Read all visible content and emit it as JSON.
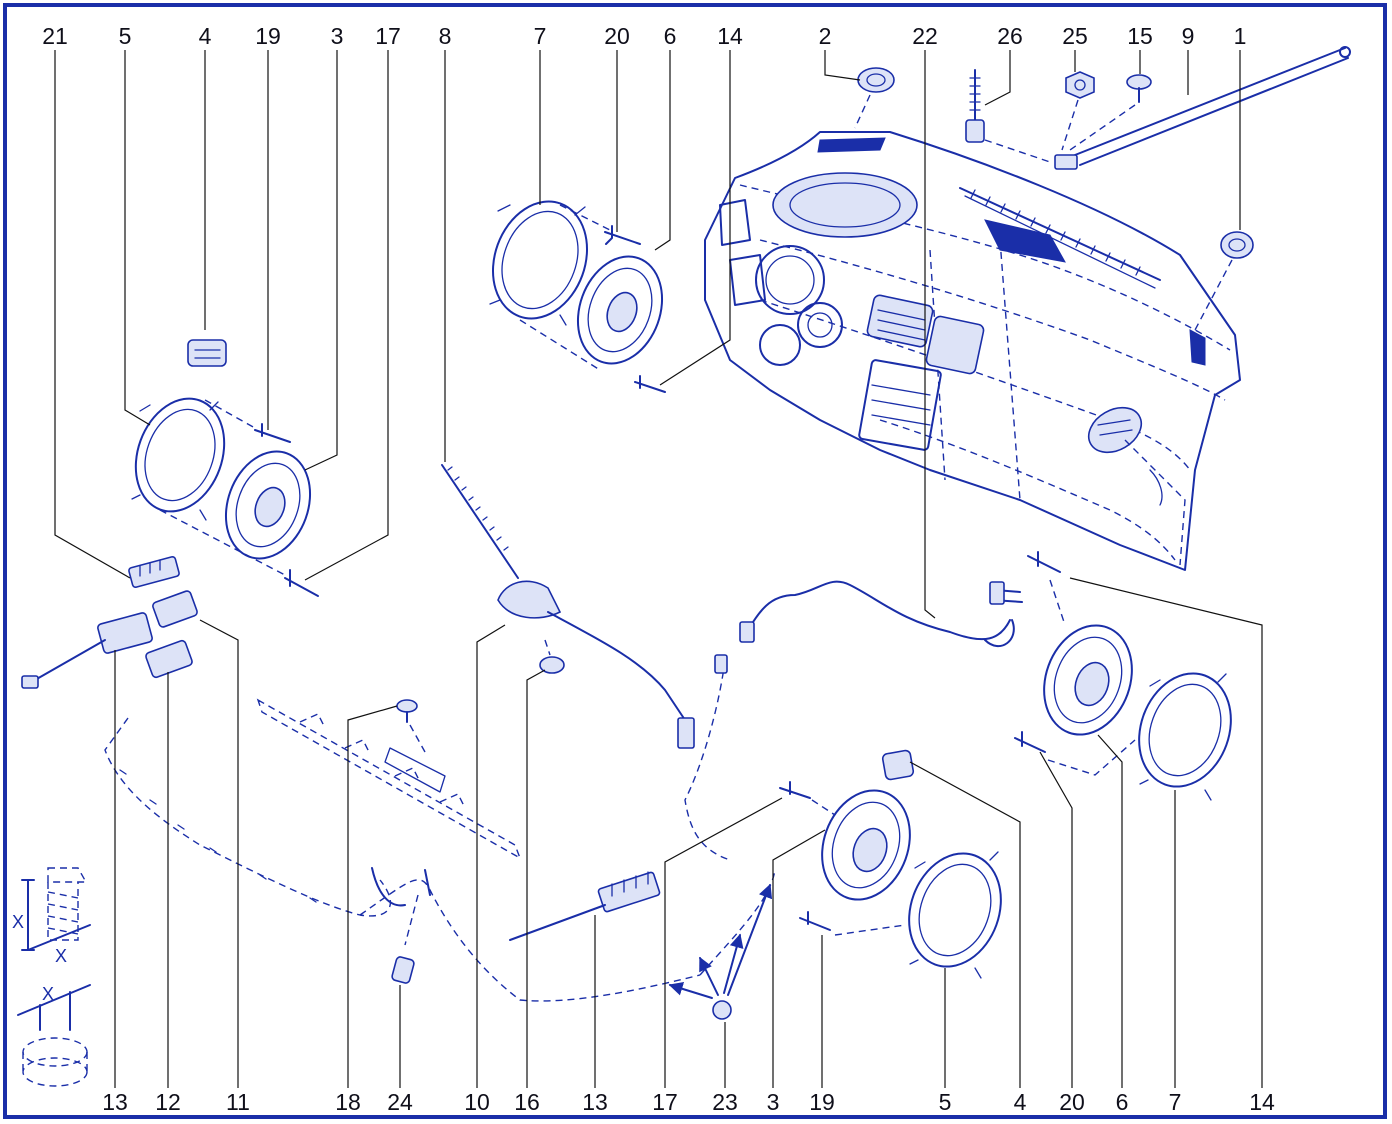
{
  "frame_color": "#1a2ea8",
  "ink_color": "#1a2ea8",
  "callouts_top": [
    "21",
    "5",
    "4",
    "19",
    "3",
    "17",
    "8",
    "7",
    "20",
    "6",
    "14",
    "2",
    "22",
    "26",
    "25",
    "15",
    "9",
    "1"
  ],
  "callouts_bottom": [
    "13",
    "12",
    "11",
    "18",
    "24",
    "10",
    "16",
    "13",
    "17",
    "23",
    "3",
    "19",
    "5",
    "4",
    "20",
    "6",
    "7",
    "14"
  ],
  "dimension_mark": "X",
  "icons": [
    "speaker-icon",
    "speaker-ring-icon",
    "tweeter-icon",
    "antenna-icon",
    "bolt-icon",
    "nut-icon",
    "clip-icon",
    "connector-icon",
    "wiring-harness-icon",
    "dashboard-icon"
  ]
}
